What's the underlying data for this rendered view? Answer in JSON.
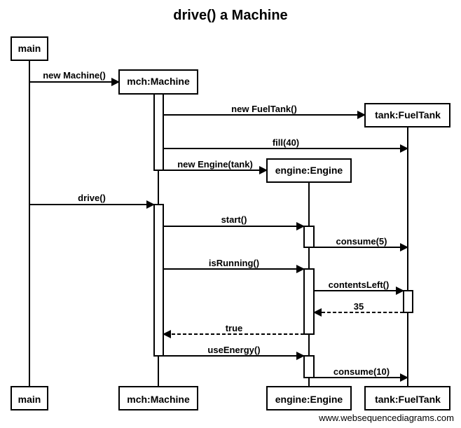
{
  "title": "drive() a Machine",
  "footer": "www.websequencediagrams.com",
  "participants": [
    {
      "id": "main",
      "label": "main"
    },
    {
      "id": "mch",
      "label": "mch:Machine"
    },
    {
      "id": "engine",
      "label": "engine:Engine"
    },
    {
      "id": "tank",
      "label": "tank:FuelTank"
    }
  ],
  "messages": [
    {
      "from": "main",
      "to": "mch",
      "label": "new Machine()",
      "type": "create"
    },
    {
      "from": "mch",
      "to": "tank",
      "label": "new FuelTank()",
      "type": "create"
    },
    {
      "from": "mch",
      "to": "tank",
      "label": "fill(40)",
      "type": "call"
    },
    {
      "from": "mch",
      "to": "engine",
      "label": "new Engine(tank)",
      "type": "create"
    },
    {
      "from": "main",
      "to": "mch",
      "label": "drive()",
      "type": "call"
    },
    {
      "from": "mch",
      "to": "engine",
      "label": "start()",
      "type": "call"
    },
    {
      "from": "engine",
      "to": "tank",
      "label": "consume(5)",
      "type": "call"
    },
    {
      "from": "mch",
      "to": "engine",
      "label": "isRunning()",
      "type": "call"
    },
    {
      "from": "engine",
      "to": "tank",
      "label": "contentsLeft()",
      "type": "call"
    },
    {
      "from": "tank",
      "to": "engine",
      "label": "35",
      "type": "return"
    },
    {
      "from": "engine",
      "to": "mch",
      "label": "true",
      "type": "return"
    },
    {
      "from": "mch",
      "to": "engine",
      "label": "useEnergy()",
      "type": "call"
    },
    {
      "from": "engine",
      "to": "tank",
      "label": "consume(10)",
      "type": "call"
    }
  ]
}
